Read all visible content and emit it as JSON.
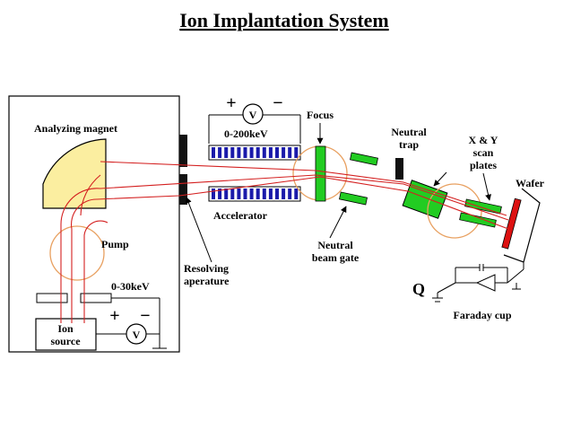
{
  "title": "Ion Implantation System",
  "labels": {
    "analyzing_magnet": "Analyzing magnet",
    "pump": "Pump",
    "voltage_low": "0-30keV",
    "ion_source_line1": "Ion",
    "ion_source_line2": "source",
    "meter_v_low": "V",
    "resolving_line1": "Resolving",
    "resolving_line2": "aperature",
    "meter_v_high": "V",
    "voltage_high": "0-200keV",
    "accelerator": "Accelerator",
    "focus": "Focus",
    "neutral_gate_line1": "Neutral",
    "neutral_gate_line2": "beam gate",
    "neutral_trap_line1": "Neutral",
    "neutral_trap_line2": "trap",
    "scan_line1": "X & Y",
    "scan_line2": "scan",
    "scan_line3": "plates",
    "wafer": "Wafer",
    "charge": "Q",
    "faraday": "Faraday cup",
    "plus": "+",
    "minus": "−"
  },
  "colors": {
    "beam": "#d42020",
    "magnet_fill": "#fbeea0",
    "pump_circle": "#e8a060",
    "plate_green": "#22cc22",
    "wafer_red": "#dd1111",
    "coil_blue": "#1a1aaa",
    "stroke": "#000000"
  }
}
